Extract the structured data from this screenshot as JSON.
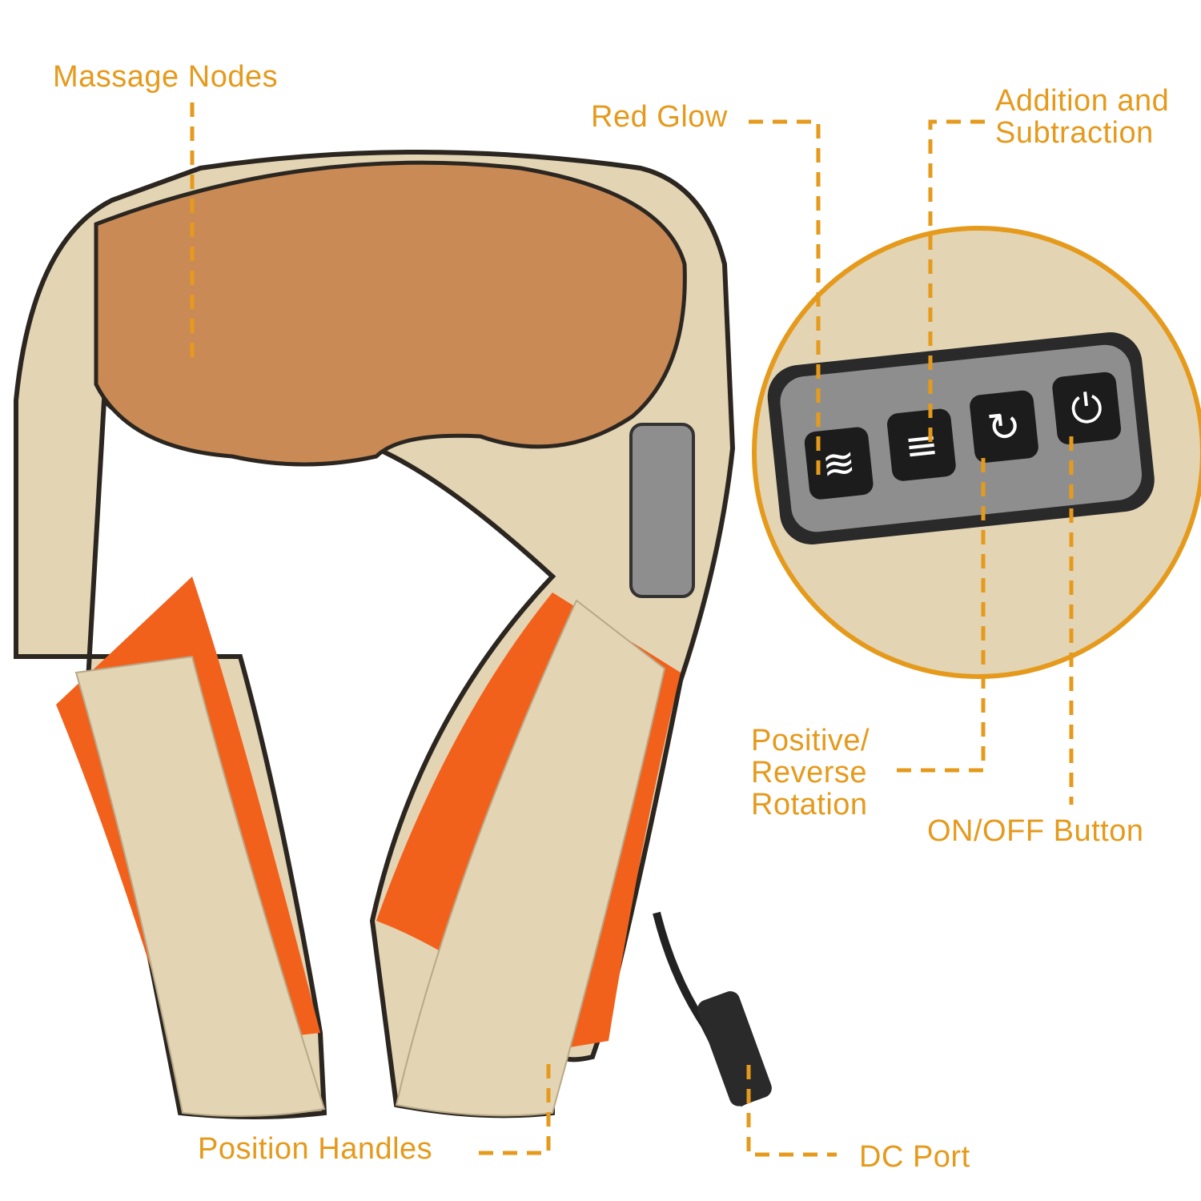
{
  "labels": {
    "massage_nodes": "Massage Nodes",
    "red_glow": "Red Glow",
    "addition_subtraction_line1": "Addition and",
    "addition_subtraction_line2": "Subtraction",
    "rotation_line1": "Positive/",
    "rotation_line2": "Reverse",
    "rotation_line3": "Rotation",
    "on_off": "ON/OFF Button",
    "position_handles": "Position Handles",
    "dc_port": "DC Port"
  },
  "colors": {
    "accent": "#E59A1C",
    "beige": "#E3D4B4",
    "orange_panel": "#F2611C",
    "mesh": "#C98A55",
    "control_panel": "#8E8E8E"
  },
  "control_buttons": [
    "heat-waves-icon",
    "speed-level-icon",
    "rotation-icon",
    "power-icon"
  ]
}
